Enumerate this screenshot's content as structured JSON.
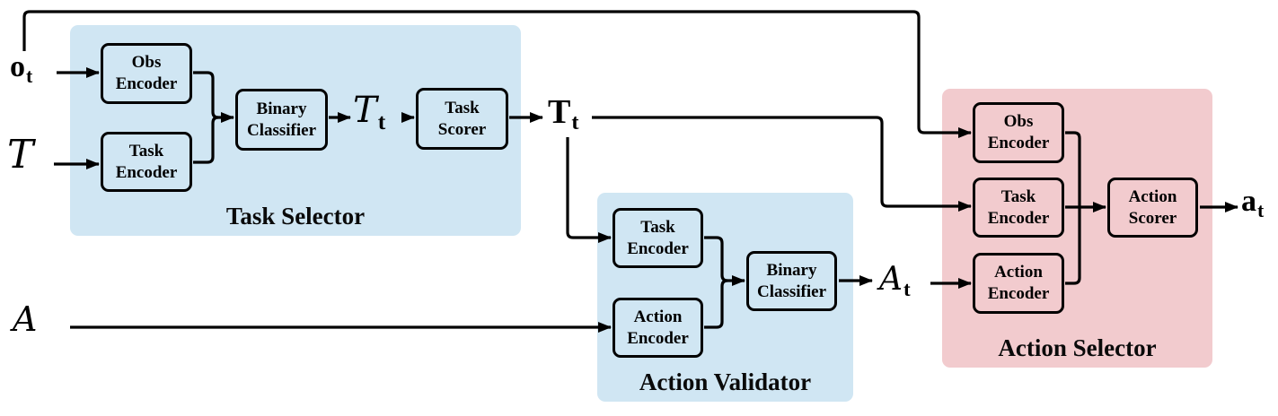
{
  "panels": {
    "task_selector": {
      "title": "Task Selector"
    },
    "action_validator": {
      "title": "Action Validator"
    },
    "action_selector": {
      "title": "Action Selector"
    }
  },
  "blocks": {
    "ts_obs_encoder": {
      "line1": "Obs",
      "line2": "Encoder"
    },
    "ts_task_encoder": {
      "line1": "Task",
      "line2": "Encoder"
    },
    "ts_binary_classifier": {
      "line1": "Binary",
      "line2": "Classifier"
    },
    "ts_task_scorer": {
      "line1": "Task",
      "line2": "Scorer"
    },
    "av_task_encoder": {
      "line1": "Task",
      "line2": "Encoder"
    },
    "av_action_encoder": {
      "line1": "Action",
      "line2": "Encoder"
    },
    "av_binary_classifier": {
      "line1": "Binary",
      "line2": "Classifier"
    },
    "as_obs_encoder": {
      "line1": "Obs",
      "line2": "Encoder"
    },
    "as_task_encoder": {
      "line1": "Task",
      "line2": "Encoder"
    },
    "as_action_encoder": {
      "line1": "Action",
      "line2": "Encoder"
    },
    "as_action_scorer": {
      "line1": "Action",
      "line2": "Scorer"
    }
  },
  "symbols": {
    "obs_input": {
      "base": "o",
      "sub": "t",
      "meaning": "observation at time t"
    },
    "task_set_input": {
      "base": "T",
      "sub": "",
      "meaning": "task set (script T)"
    },
    "action_set_input": {
      "base": "A",
      "sub": "",
      "meaning": "action set (script A)"
    },
    "candidate_tasks": {
      "base": "T",
      "sub": "t",
      "meaning": "script T sub t (classifier output)"
    },
    "selected_task": {
      "base": "T",
      "sub": "t",
      "meaning": "selected task at time t"
    },
    "valid_actions": {
      "base": "A",
      "sub": "t",
      "meaning": "script A sub t (valid actions)"
    },
    "action_output": {
      "base": "a",
      "sub": "t",
      "meaning": "chosen action at time t"
    }
  },
  "colors": {
    "panel_blue": "#d0e6f3",
    "panel_pink": "#f2cbce",
    "wire": "#000000"
  }
}
